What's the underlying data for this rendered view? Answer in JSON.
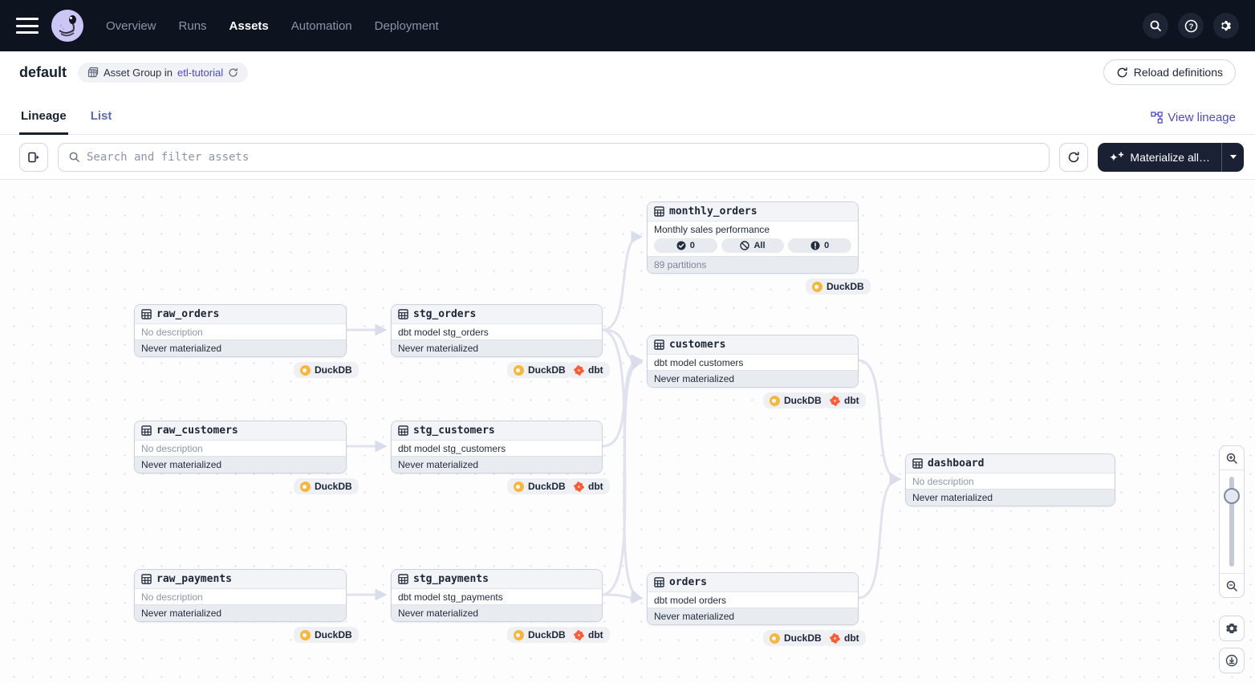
{
  "topbar": {
    "nav": [
      {
        "label": "Overview"
      },
      {
        "label": "Runs"
      },
      {
        "label": "Assets"
      },
      {
        "label": "Automation"
      },
      {
        "label": "Deployment"
      }
    ],
    "help_icon_label": "?"
  },
  "header": {
    "title": "default",
    "group_badge_text": "Asset Group in",
    "group_badge_link": "etl-tutorial",
    "reload_button": "Reload definitions"
  },
  "tabs": {
    "lineage": "Lineage",
    "list": "List",
    "view_lineage": "View lineage"
  },
  "toolbar": {
    "search_placeholder": "Search and filter assets",
    "materialize_label": "Materialize all…"
  },
  "labels": {
    "duckdb": "DuckDB",
    "dbt": "dbt"
  },
  "graph": {
    "nodes": [
      {
        "name": "monthly_orders",
        "description": "Monthly sales performance",
        "footer": "89 partitions",
        "statuses": [
          {
            "icon": "check-circle",
            "value": "0"
          },
          {
            "icon": "slash-circle",
            "value": "All"
          },
          {
            "icon": "alert-circle",
            "value": "0"
          }
        ]
      },
      {
        "name": "raw_orders",
        "description": "No description",
        "footer": "Never materialized"
      },
      {
        "name": "stg_orders",
        "description": "dbt model stg_orders",
        "footer": "Never materialized"
      },
      {
        "name": "customers",
        "description": "dbt model customers",
        "footer": "Never materialized"
      },
      {
        "name": "raw_customers",
        "description": "No description",
        "footer": "Never materialized"
      },
      {
        "name": "stg_customers",
        "description": "dbt model stg_customers",
        "footer": "Never materialized"
      },
      {
        "name": "dashboard",
        "description": "No description",
        "footer": "Never materialized"
      },
      {
        "name": "raw_payments",
        "description": "No description",
        "footer": "Never materialized"
      },
      {
        "name": "stg_payments",
        "description": "dbt model stg_payments",
        "footer": "Never materialized"
      },
      {
        "name": "orders",
        "description": "dbt model orders",
        "footer": "Never materialized"
      }
    ],
    "edges": [
      "raw_orders->stg_orders",
      "raw_customers->stg_customers",
      "raw_payments->stg_payments",
      "stg_orders->monthly_orders",
      "stg_orders->customers",
      "stg_orders->orders",
      "stg_customers->customers",
      "stg_payments->customers",
      "stg_payments->orders",
      "customers->dashboard",
      "orders->dashboard"
    ]
  },
  "colors": {
    "topbar_bg": "#0e1320",
    "accent_purple": "#4d49cf",
    "dark_button_bg": "#1a2134",
    "duckdb_yellow": "#f6b73c",
    "dbt_orange": "#ff5c35",
    "edge": "#e0e3ee"
  }
}
